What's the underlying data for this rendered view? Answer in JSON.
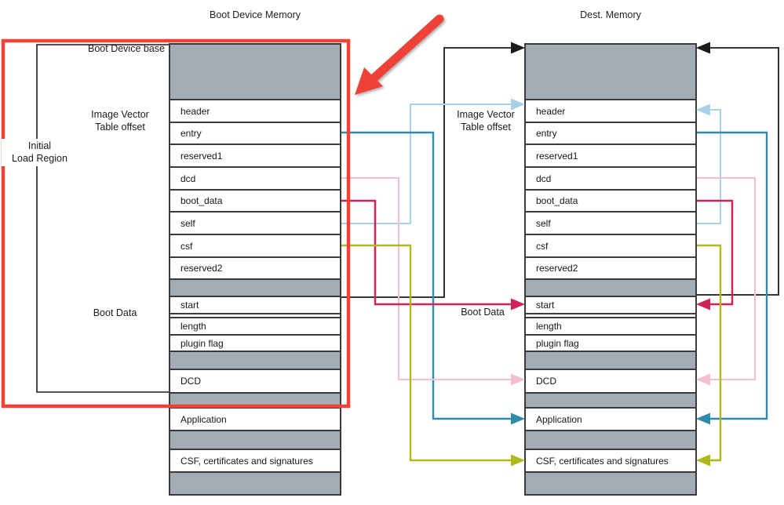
{
  "titles": {
    "left": "Boot Device Memory",
    "right": "Dest. Memory"
  },
  "labels": {
    "boot_device_base": "Boot Device base",
    "ivt_offset_left": {
      "line1": "Image Vector",
      "line2": "Table offset"
    },
    "ivt_offset_right": {
      "line1": "Image Vector",
      "line2": "Table offset"
    },
    "initial_load_region": {
      "line1": "Initial",
      "line2": "Load Region"
    },
    "boot_data_left": "Boot Data",
    "boot_data_right": "Boot Data"
  },
  "columns": {
    "left": {
      "rows": [
        "",
        "header",
        "entry",
        "reserved1",
        "dcd",
        "boot_data",
        "self",
        "csf",
        "reserved2",
        "",
        "start",
        "",
        "length",
        "plugin flag",
        "",
        "DCD",
        "",
        "Application",
        "",
        "CSF, certificates and signatures",
        ""
      ]
    },
    "right": {
      "rows": [
        "",
        "header",
        "entry",
        "reserved1",
        "dcd",
        "boot_data",
        "self",
        "csf",
        "reserved2",
        "",
        "start",
        "",
        "length",
        "plugin flag",
        "",
        "DCD",
        "",
        "Application",
        "",
        "CSF, certificates and signatures",
        ""
      ]
    }
  },
  "colors": {
    "gray_fill": "#a3abb5",
    "row_border": "#3b3b3b",
    "black_line": "#1a1a1a",
    "light_blue": "#a9d2e6",
    "teal": "#2f8bab",
    "pink": "#f4bed0",
    "crimson": "#ce2456",
    "olive": "#aeba1b",
    "red_highlight": "#ee4238"
  },
  "connections": [
    {
      "from": "boot_device.start",
      "to": "dest.base",
      "color": "black_line"
    },
    {
      "from": "boot_device.self",
      "to": "dest.header",
      "color": "light_blue"
    },
    {
      "from": "boot_device.entry",
      "to": "dest.application",
      "color": "teal"
    },
    {
      "from": "boot_device.dcd",
      "to": "dest.dcd_region",
      "color": "pink"
    },
    {
      "from": "boot_device.boot_data",
      "to": "dest.start",
      "color": "crimson"
    },
    {
      "from": "boot_device.csf",
      "to": "dest.csf_region",
      "color": "olive"
    },
    {
      "from": "dest.start",
      "to": "dest.base",
      "color": "black_line"
    },
    {
      "from": "dest.self",
      "to": "dest.header",
      "color": "light_blue"
    },
    {
      "from": "dest.entry",
      "to": "dest.application",
      "color": "teal"
    },
    {
      "from": "dest.dcd",
      "to": "dest.dcd_region",
      "color": "pink"
    },
    {
      "from": "dest.boot_data",
      "to": "dest.start",
      "color": "crimson"
    },
    {
      "from": "dest.csf",
      "to": "dest.csf_region",
      "color": "olive"
    }
  ]
}
